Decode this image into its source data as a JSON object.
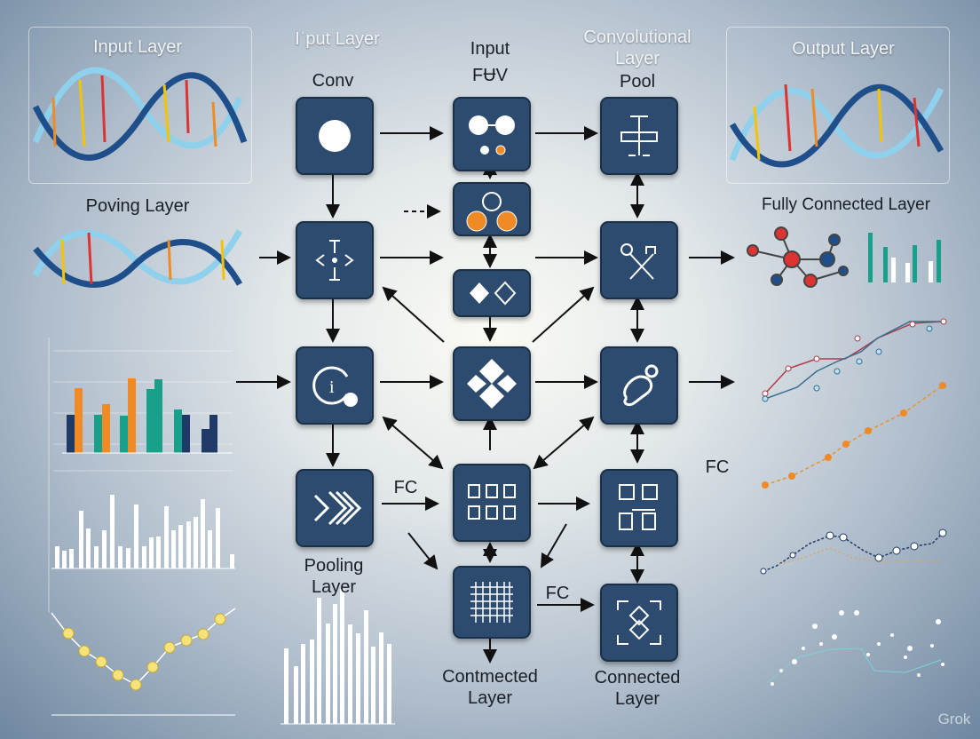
{
  "labels": {
    "input_layer_left": "Input Layer",
    "input_layer_mid": "Iˈput Layer",
    "input": "Input",
    "fuv": "FɄV",
    "convolutional_layer": "Convolutional Layer",
    "output_layer": "Output Layer",
    "conv": "Conv",
    "pool": "Pool",
    "poving_layer": "Poving Layer",
    "fully_connected_layer": "Fully Connected Layer",
    "fc_1": "FC",
    "fc_2": "FC",
    "fc_3": "FC",
    "pooling_layer": "Pooling Layer",
    "contmected_layer": "Contmected Layer",
    "connected_layer": "Connected Layer"
  },
  "watermark": "Grok",
  "colors": {
    "node": "#2d4b6e",
    "orange": "#f08a24",
    "teal": "#19a08a",
    "navy": "#1f3a66",
    "yellow": "#f5e27a"
  }
}
